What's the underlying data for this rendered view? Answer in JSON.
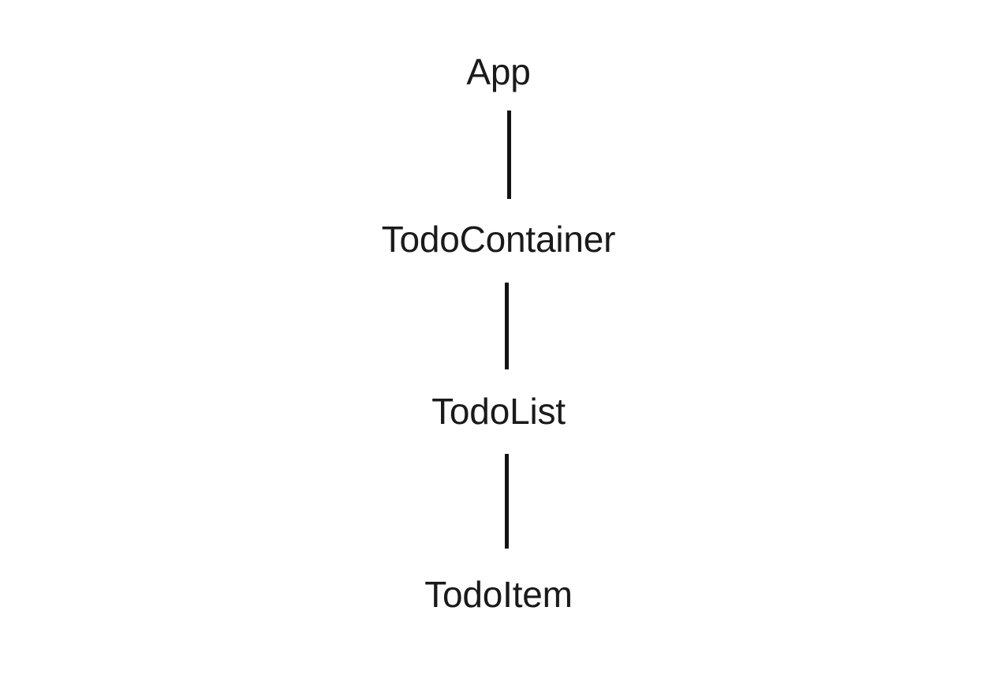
{
  "diagram": {
    "type": "component-hierarchy-tree",
    "orientation": "vertical",
    "background_color": "#ffffff",
    "node_text_color": "#1a1a1a",
    "connector_color": "#121212",
    "nodes": [
      {
        "id": "app",
        "label": "App"
      },
      {
        "id": "todo-container",
        "label": "TodoContainer"
      },
      {
        "id": "todo-list",
        "label": "TodoList"
      },
      {
        "id": "todo-item",
        "label": "TodoItem"
      }
    ],
    "connectors": [
      {
        "id": "app-to-container",
        "from": "App",
        "to": "TodoContainer"
      },
      {
        "id": "container-to-list",
        "from": "TodoContainer",
        "to": "TodoList"
      },
      {
        "id": "list-to-item",
        "from": "TodoList",
        "to": "TodoItem"
      }
    ]
  }
}
